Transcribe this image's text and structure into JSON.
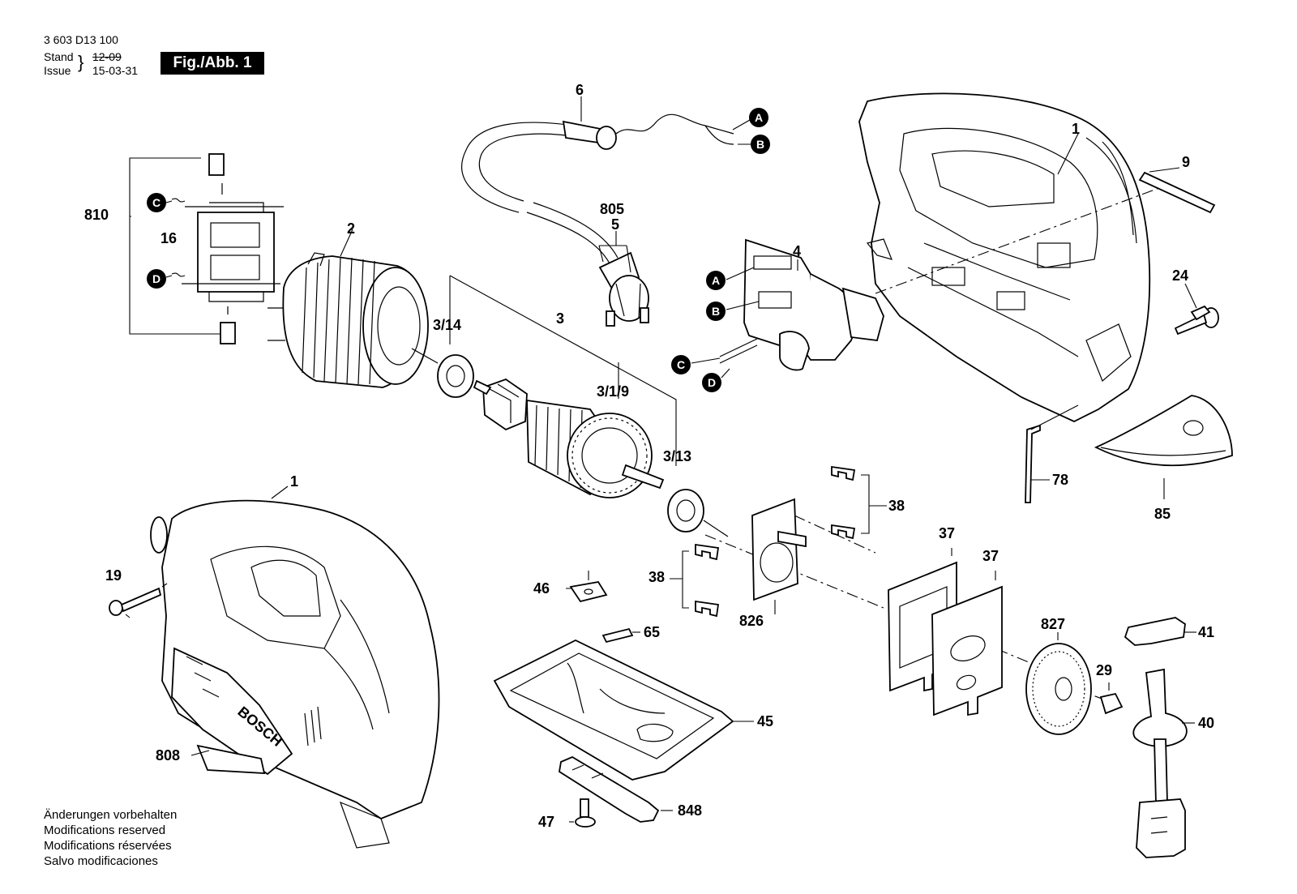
{
  "header": {
    "doc_number": "3 603 D13 100",
    "stand_label": "Stand",
    "issue_label": "Issue",
    "stand_date": "12-09",
    "issue_date": "15-03-31",
    "figure_label": "Fig./Abb. 1"
  },
  "footer_notes": [
    "Änderungen vorbehalten",
    "Modifications reserved",
    "Modifications réservées",
    "Salvo modificaciones"
  ],
  "part_labels": {
    "p1_top": "1",
    "p1_bottom": "1",
    "p2": "2",
    "p3": "3",
    "p3_14": "3/14",
    "p3_1_9": "3/1/9",
    "p3_13": "3/13",
    "p4": "4",
    "p5": "5",
    "p805": "805",
    "p6": "6",
    "p9": "9",
    "p16": "16",
    "p19": "19",
    "p24": "24",
    "p29": "29",
    "p37a": "37",
    "p37b": "37",
    "p38_right": "38",
    "p38_left": "38",
    "p40": "40",
    "p41": "41",
    "p45": "45",
    "p46": "46",
    "p47": "47",
    "p65": "65",
    "p78": "78",
    "p85": "85",
    "p808": "808",
    "p810": "810",
    "p826": "826",
    "p827": "827",
    "p848": "848"
  },
  "connector_markers": {
    "a_cable": "A",
    "b_cable": "B",
    "a_switch": "A",
    "b_switch": "B",
    "c_switch": "C",
    "d_switch": "D",
    "c_brush": "C",
    "d_brush": "D"
  },
  "brand_text": "BOSCH",
  "colors": {
    "ink": "#000000",
    "paper": "#ffffff"
  }
}
